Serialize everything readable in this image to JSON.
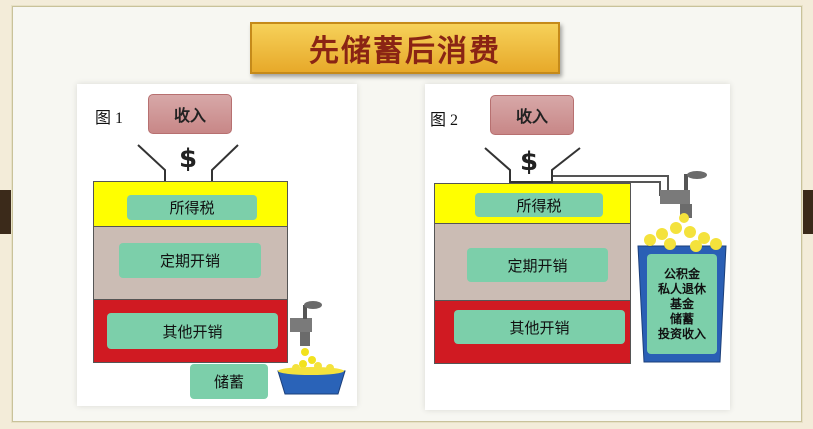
{
  "title": "先储蓄后消费",
  "figure1": {
    "label": "图 1",
    "income": "收入",
    "dollar": "$",
    "layers": [
      "所得税",
      "定期开销",
      "其他开销"
    ],
    "savings": "储蓄"
  },
  "figure2": {
    "label": "图 2",
    "income": "收入",
    "dollar": "$",
    "layers": [
      "所得税",
      "定期开销",
      "其他开销"
    ],
    "savings_items": [
      "公积金",
      "私人退休",
      "基金",
      "储蓄",
      "投资收入"
    ]
  }
}
